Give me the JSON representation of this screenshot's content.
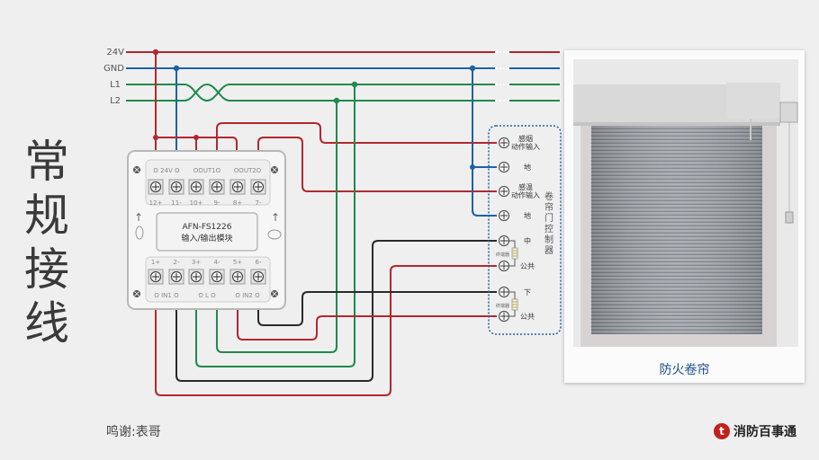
{
  "title": {
    "chars": [
      "常",
      "规",
      "接",
      "线"
    ]
  },
  "credit": "鸣谢:表哥",
  "logo": {
    "icon": "fire-logo-icon",
    "text": "消防百事通",
    "color": "#c2201d"
  },
  "bus": {
    "lines": [
      {
        "label": "24V",
        "color": "#b2282d"
      },
      {
        "label": "GND",
        "color": "#1c62a6"
      },
      {
        "label": "L1",
        "color": "#1f8a4c"
      },
      {
        "label": "L2",
        "color": "#1f8a4c"
      }
    ]
  },
  "wire_colors": {
    "red": "#b2282d",
    "blue": "#1c62a6",
    "green": "#1f8a4c",
    "black": "#2a2a2a"
  },
  "module": {
    "model": "AFN-FS1226",
    "name": "输入/输出模块",
    "top_groups": [
      "O 24V O",
      "OOUT1O",
      "OOUT2O"
    ],
    "top_terminals": [
      "12+",
      "11-",
      "10+",
      "9-",
      "8+",
      "7-"
    ],
    "bottom_terminals": [
      "1+",
      "2-",
      "3+",
      "4-",
      "5+",
      "6-"
    ],
    "bottom_groups": [
      "O IN1 O",
      "O L O",
      "O IN2 O"
    ]
  },
  "controller": {
    "label_vertical": "卷帘门控制器",
    "terminals": [
      {
        "label": "感烟\n动作输入"
      },
      {
        "label": "地"
      },
      {
        "label": "感温\n动作输入"
      },
      {
        "label": "地"
      },
      {
        "label": "中"
      },
      {
        "label": "公共"
      },
      {
        "label": "下"
      },
      {
        "label": "公共"
      }
    ],
    "terminator_label": "终端器"
  },
  "photo": {
    "caption": "防火卷帘"
  }
}
